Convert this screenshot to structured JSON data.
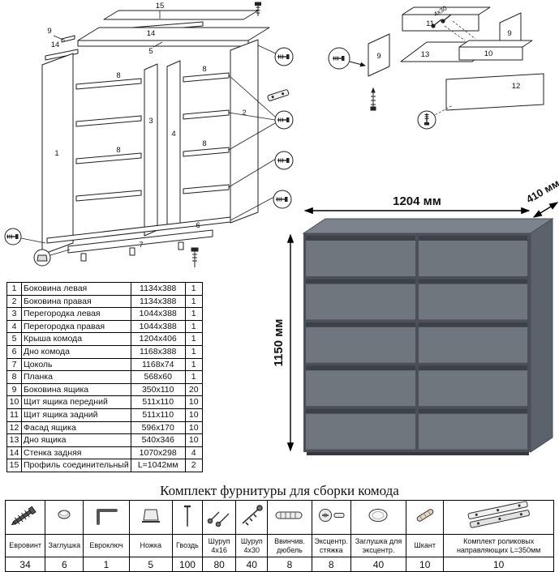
{
  "diagrams": {
    "cabinet": {
      "labels": [
        "15",
        "14",
        "14",
        "5",
        "9",
        "1",
        "8",
        "8",
        "8",
        "8",
        "2",
        "3",
        "4",
        "7",
        "6"
      ]
    },
    "drawer": {
      "labels": [
        "11",
        "9",
        "9",
        "13",
        "10",
        "12",
        "4x30"
      ]
    }
  },
  "dresser": {
    "width_label": "1204 мм",
    "depth_label": "410 мм",
    "height_label": "1150 мм",
    "colors": {
      "top": "#7d838c",
      "side": "#5c626b",
      "front_back": "#4b5058",
      "drawer": "#70767e",
      "groove": "#3c4148",
      "shadow": "#35393f"
    }
  },
  "parts_table": {
    "rows": [
      {
        "num": "1",
        "name": "Боковина левая",
        "size": "1134x388",
        "qty": "1"
      },
      {
        "num": "2",
        "name": "Боковина правая",
        "size": "1134x388",
        "qty": "1"
      },
      {
        "num": "3",
        "name": "Перегородка левая",
        "size": "1044x388",
        "qty": "1"
      },
      {
        "num": "4",
        "name": "Перегородка правая",
        "size": "1044x388",
        "qty": "1"
      },
      {
        "num": "5",
        "name": "Крыша комода",
        "size": "1204x406",
        "qty": "1"
      },
      {
        "num": "6",
        "name": "Дно комода",
        "size": "1168x388",
        "qty": "1"
      },
      {
        "num": "7",
        "name": "Цоколь",
        "size": "1168x74",
        "qty": "1"
      },
      {
        "num": "8",
        "name": "Планка",
        "size": "568x60",
        "qty": "1"
      },
      {
        "num": "9",
        "name": "Боковина ящика",
        "size": "350x110",
        "qty": "20"
      },
      {
        "num": "10",
        "name": "Щит ящика передний",
        "size": "511x110",
        "qty": "10"
      },
      {
        "num": "11",
        "name": "Щит ящика задний",
        "size": "511x110",
        "qty": "10"
      },
      {
        "num": "12",
        "name": "Фасад ящика",
        "size": "596x170",
        "qty": "10"
      },
      {
        "num": "13",
        "name": "Дно ящика",
        "size": "540x346",
        "qty": "10"
      },
      {
        "num": "14",
        "name": "Стенка задняя",
        "size": "1070x298",
        "qty": "4"
      },
      {
        "num": "15",
        "name": "Профиль соединительный",
        "size": "L=1042мм",
        "qty": "2"
      }
    ]
  },
  "hardware": {
    "title": "Комплект фурнитуры для сборки комода",
    "items": [
      {
        "name": "Евровинт",
        "qty": "34"
      },
      {
        "name": "Заглушка",
        "qty": "6"
      },
      {
        "name": "Евроключ",
        "qty": "1"
      },
      {
        "name": "Ножка",
        "qty": "5"
      },
      {
        "name": "Гвоздь",
        "qty": "100"
      },
      {
        "name": "Шуруп 4x16",
        "qty": "80"
      },
      {
        "name": "Шуруп 4x30",
        "qty": "40"
      },
      {
        "name": "Ввинчив. дюбель",
        "qty": "8"
      },
      {
        "name": "Эксцентр. стяжка",
        "qty": "8"
      },
      {
        "name": "Заглушка для эксцентр.",
        "qty": "40"
      },
      {
        "name": "Шкант",
        "qty": "10"
      },
      {
        "name": "Комплект роликовых направляющих L=350мм",
        "qty": "10"
      }
    ]
  }
}
